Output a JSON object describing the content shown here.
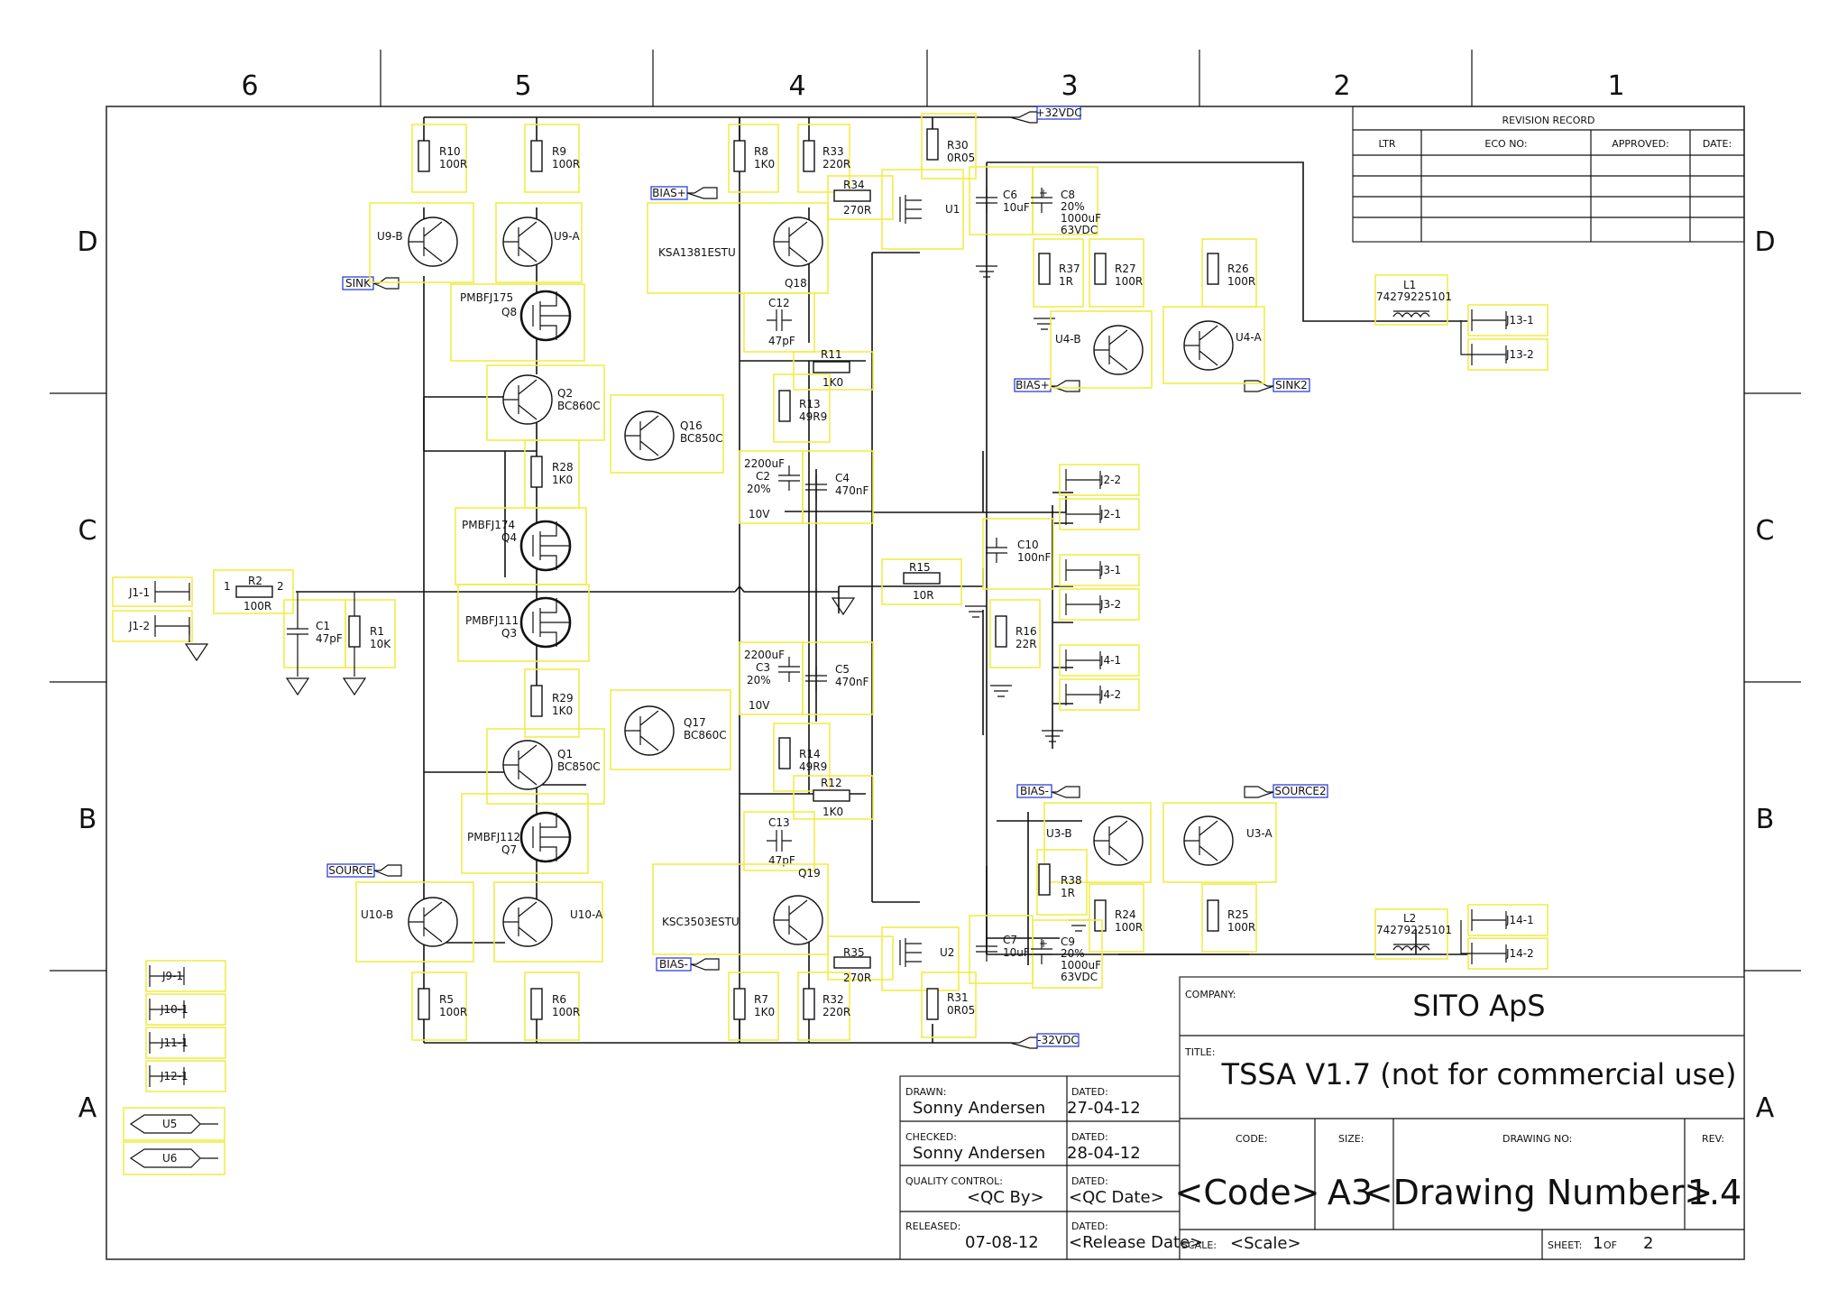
{
  "zones": {
    "cols": [
      "6",
      "5",
      "4",
      "3",
      "2",
      "1"
    ],
    "rows": [
      "D",
      "C",
      "B",
      "A"
    ]
  },
  "ports": {
    "p32": "+32VDC",
    "n32": "-32VDC",
    "biasp": "BIAS+",
    "biasm": "BIAS-",
    "sink": "SINK",
    "sink2": "SINK2",
    "source": "SOURCE",
    "source2": "SOURCE2",
    "biasp2": "BIAS+",
    "biasm2": "BIAS-"
  },
  "parts": {
    "r10": [
      "R10",
      "100R"
    ],
    "r9": [
      "R9",
      "100R"
    ],
    "r8": [
      "R8",
      "1K0"
    ],
    "r33": [
      "R33",
      "220R"
    ],
    "r34": [
      "R34",
      "270R"
    ],
    "r30": [
      "R30",
      "0R05"
    ],
    "c6": [
      "C6",
      "10uF"
    ],
    "c8": [
      "C8",
      "20%",
      "1000uF",
      "63VDC"
    ],
    "r37": [
      "R37",
      "1R"
    ],
    "r27": [
      "R27",
      "100R"
    ],
    "r26": [
      "R26",
      "100R"
    ],
    "l1": [
      "L1",
      "74279225101"
    ],
    "u9b": "U9-B",
    "u9a": "U9-A",
    "q18": [
      "KSA1381ESTU",
      "Q18"
    ],
    "u1": "U1",
    "q8": [
      "PMBFJ175",
      "Q8"
    ],
    "c12": [
      "C12",
      "47pF"
    ],
    "r11": [
      "R11",
      "1K0"
    ],
    "u4b": "U4-B",
    "u4a": "U4-A",
    "q2": [
      "Q2",
      "BC860C"
    ],
    "q16": [
      "Q16",
      "BC850C"
    ],
    "r13": [
      "R13",
      "49R9"
    ],
    "r28": [
      "R28",
      "1K0"
    ],
    "c2": [
      "2200uF",
      "C2",
      "20%",
      "10V"
    ],
    "c4": [
      "C4",
      "470nF"
    ],
    "q4": [
      "PMBFJ174",
      "Q4"
    ],
    "c10": [
      "C10",
      "100nF"
    ],
    "r2": [
      "R2",
      "100R"
    ],
    "c1": [
      "C1",
      "47pF"
    ],
    "r1": [
      "R1",
      "10K"
    ],
    "r15": [
      "R15",
      "10R"
    ],
    "r16": [
      "R16",
      "22R"
    ],
    "q3": [
      "PMBFJ111",
      "Q3"
    ],
    "c3": [
      "2200uF",
      "C3",
      "20%",
      "10V"
    ],
    "c5": [
      "C5",
      "470nF"
    ],
    "r29": [
      "R29",
      "1K0"
    ],
    "q17": [
      "Q17",
      "BC860C"
    ],
    "r14": [
      "R14",
      "49R9"
    ],
    "q1": [
      "Q1",
      "BC850C"
    ],
    "r12": [
      "R12",
      "1K0"
    ],
    "q7": [
      "PMBFJ112",
      "Q7"
    ],
    "c13": [
      "C13",
      "47pF"
    ],
    "u3b": "U3-B",
    "u3a": "U3-A",
    "q19": [
      "KSC3503ESTU",
      "Q19"
    ],
    "r38": [
      "R38",
      "1R"
    ],
    "r24": [
      "R24",
      "100R"
    ],
    "r25": [
      "R25",
      "100R"
    ],
    "l2": [
      "L2",
      "74279225101"
    ],
    "u10b": "U10-B",
    "u10a": "U10-A",
    "r35": [
      "R35",
      "270R"
    ],
    "u2": "U2",
    "c7": [
      "C7",
      "10uF"
    ],
    "c9": [
      "C9",
      "20%",
      "1000uF",
      "63VDC"
    ],
    "r5": [
      "R5",
      "100R"
    ],
    "r6": [
      "R6",
      "100R"
    ],
    "r7": [
      "R7",
      "1K0"
    ],
    "r32": [
      "R32",
      "220R"
    ],
    "r31": [
      "R31",
      "0R05"
    ]
  },
  "connectors": [
    "J1-1",
    "J1-2",
    "J2-2",
    "J2-1",
    "J3-1",
    "J3-2",
    "J4-1",
    "J4-2",
    "J13-1",
    "J13-2",
    "J14-1",
    "J14-2",
    "J9-1",
    "J10-1",
    "J11-1",
    "J12-1"
  ],
  "units": [
    "U5",
    "U6"
  ],
  "revision": {
    "title": "REVISION RECORD",
    "cols": [
      "LTR",
      "ECO NO:",
      "APPROVED:",
      "DATE:"
    ]
  },
  "titleblock": {
    "drawn_label": "DRAWN:",
    "drawn": "Sonny Andersen",
    "dated_label": "DATED:",
    "drawn_date": "27-04-12",
    "checked_label": "CHECKED:",
    "checked": "Sonny Andersen",
    "checked_date": "28-04-12",
    "qc_label": "QUALITY CONTROL:",
    "qc": "<QC By>",
    "qc_date": "<QC Date>",
    "released_label": "RELEASED:",
    "released": "07-08-12",
    "released_date": "<Release Date>",
    "company_label": "COMPANY:",
    "company": "SITO ApS",
    "title_label": "TITLE:",
    "title": "TSSA V1.7 (not for commercial use)",
    "code_label": "CODE:",
    "code": "<Code>",
    "size_label": "SIZE:",
    "size": "A3",
    "drawingno_label": "DRAWING NO:",
    "drawingno": "<Drawing Number>",
    "rev_label": "REV:",
    "rev": "1.4",
    "scale_label": "SCALE:",
    "scale": "<Scale>",
    "sheet_label": "SHEET:",
    "sheet": "1",
    "of_label": "OF",
    "sheet_total": "2"
  }
}
